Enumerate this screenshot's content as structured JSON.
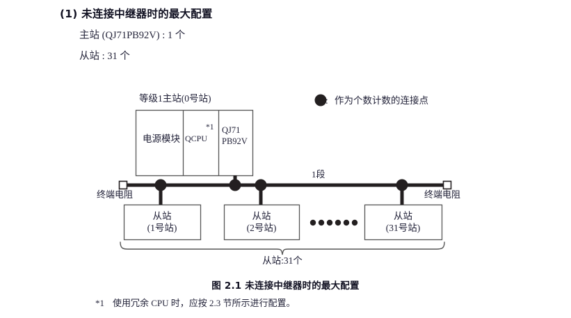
{
  "heading": {
    "number": "(1)",
    "title": "未连接中继器时的最大配置",
    "specs": [
      "主站 (QJ71PB92V) : 1 个",
      "从站 : 31 个"
    ]
  },
  "legend": {
    "marker": "filled-circle",
    "colon": ":",
    "text": "作为个数计数的连接点"
  },
  "diagram": {
    "master_group_label": "等级1主站(0号站)",
    "modules": [
      {
        "name": "power-module",
        "label": "电源模块"
      },
      {
        "name": "qcpu",
        "label": "QCPU",
        "note": "*1"
      },
      {
        "name": "pb92v",
        "label_line1": "QJ71",
        "label_line2": "PB92V"
      }
    ],
    "segment_label": "1段",
    "terminator_left": "终端电阻",
    "terminator_right": "终端电阻",
    "slaves": [
      {
        "name": "slave-1",
        "line1": "从站",
        "line2": "(1号站)"
      },
      {
        "name": "slave-2",
        "line1": "从站",
        "line2": "(2号站)"
      },
      {
        "name": "slave-31",
        "line1": "从站",
        "line2": "(31号站)"
      }
    ],
    "ellipsis_dot_count": 6,
    "brace_label": "从站:31个",
    "colors": {
      "line": "#231f20",
      "box_border": "#555555",
      "text": "#1f1f36",
      "brace": "#555555"
    }
  },
  "caption": "图 2.1  未连接中继器时的最大配置",
  "footnote": {
    "mark": "*1",
    "text": "使用冗余 CPU 时，应按 2.3 节所示进行配置。"
  }
}
